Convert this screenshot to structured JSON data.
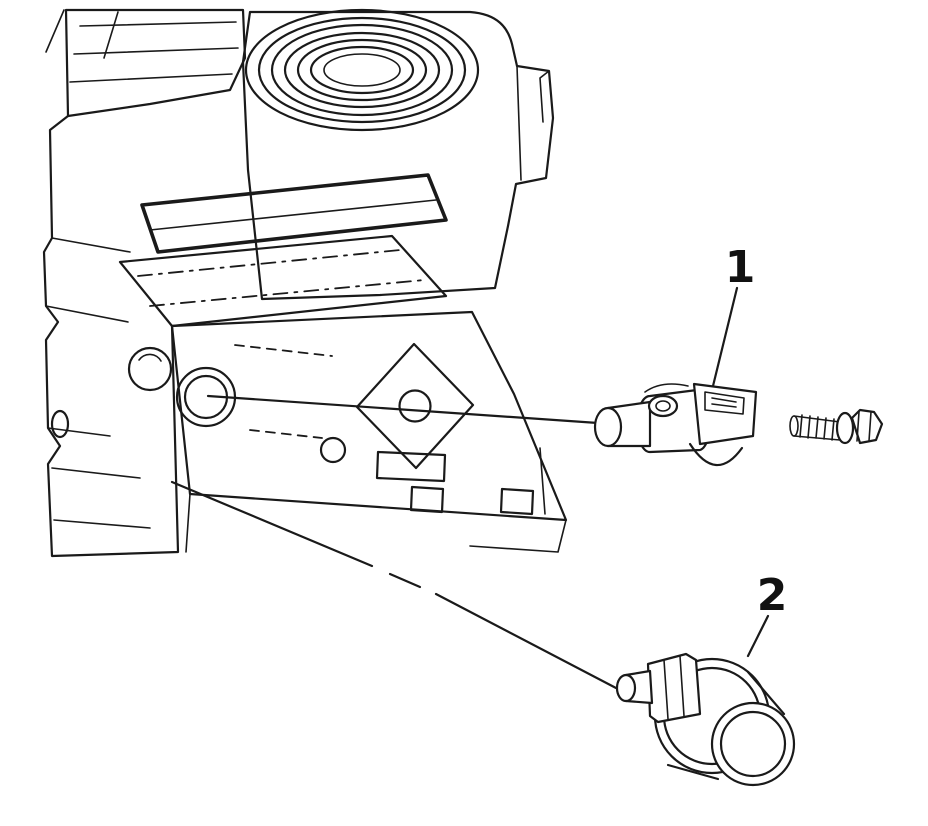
{
  "diagram": {
    "type": "technical-illustration",
    "background_color": "#ffffff",
    "line_color": "#1a1a1a",
    "callouts": [
      {
        "label": "1"
      },
      {
        "label": "2"
      }
    ]
  }
}
